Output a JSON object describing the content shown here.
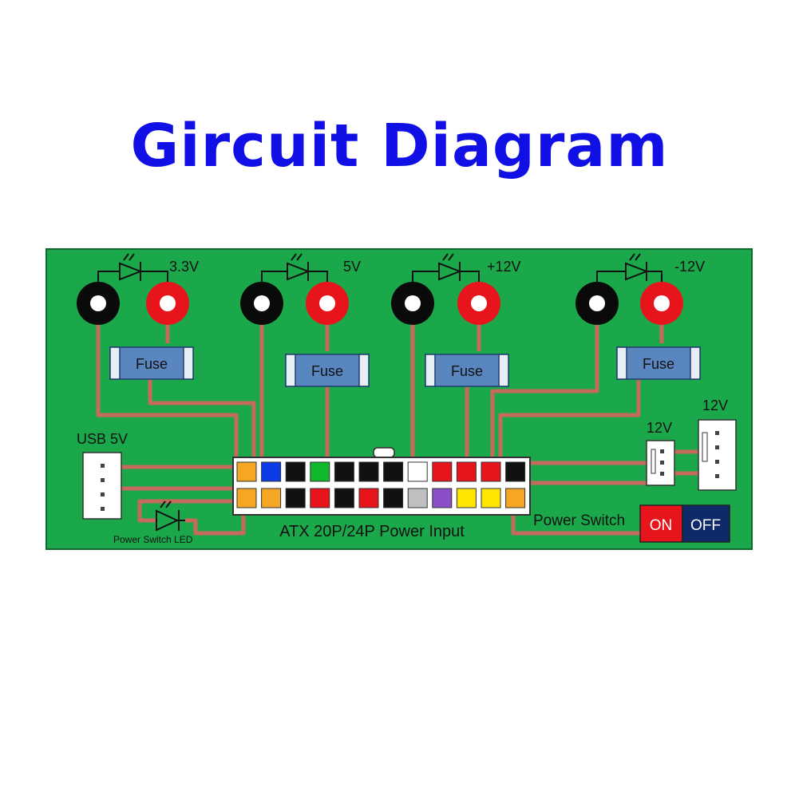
{
  "title": "Gircuit Diagram",
  "colors": {
    "title": "#1010e6",
    "board": "#1aa84a",
    "trace": "#c76a5e",
    "fuse": "#5a86c0",
    "switch_on": "#e8141b",
    "switch_off": "#0e2a6b",
    "jack_black": "#0a0a0a",
    "jack_red": "#e8141b"
  },
  "outputs": [
    {
      "voltage": "3.3V"
    },
    {
      "voltage": "5V"
    },
    {
      "voltage": "+12V"
    },
    {
      "voltage": "-12V"
    }
  ],
  "fuse_label": "Fuse",
  "usb_label": "USB 5V",
  "fan_label_small": "12V",
  "fan_label_large": "12V",
  "power_switch_label": "Power Switch",
  "switch_on": "ON",
  "switch_off": "OFF",
  "atx_label": "ATX 20P/24P Power Input",
  "power_led_label": "Power Switch LED",
  "atx_pins": {
    "top": [
      "#f5a623",
      "#0a3be6",
      "#111111",
      "#12b82c",
      "#111111",
      "#111111",
      "#111111",
      "#ffffff",
      "#e8141b",
      "#e8141b",
      "#e8141b",
      "#111111"
    ],
    "bottom": [
      "#f5a623",
      "#f5a623",
      "#111111",
      "#e8141b",
      "#111111",
      "#e8141b",
      "#111111",
      "#bfbfbf",
      "#8c4fc8",
      "#ffe600",
      "#ffe600",
      "#f5a623"
    ]
  }
}
